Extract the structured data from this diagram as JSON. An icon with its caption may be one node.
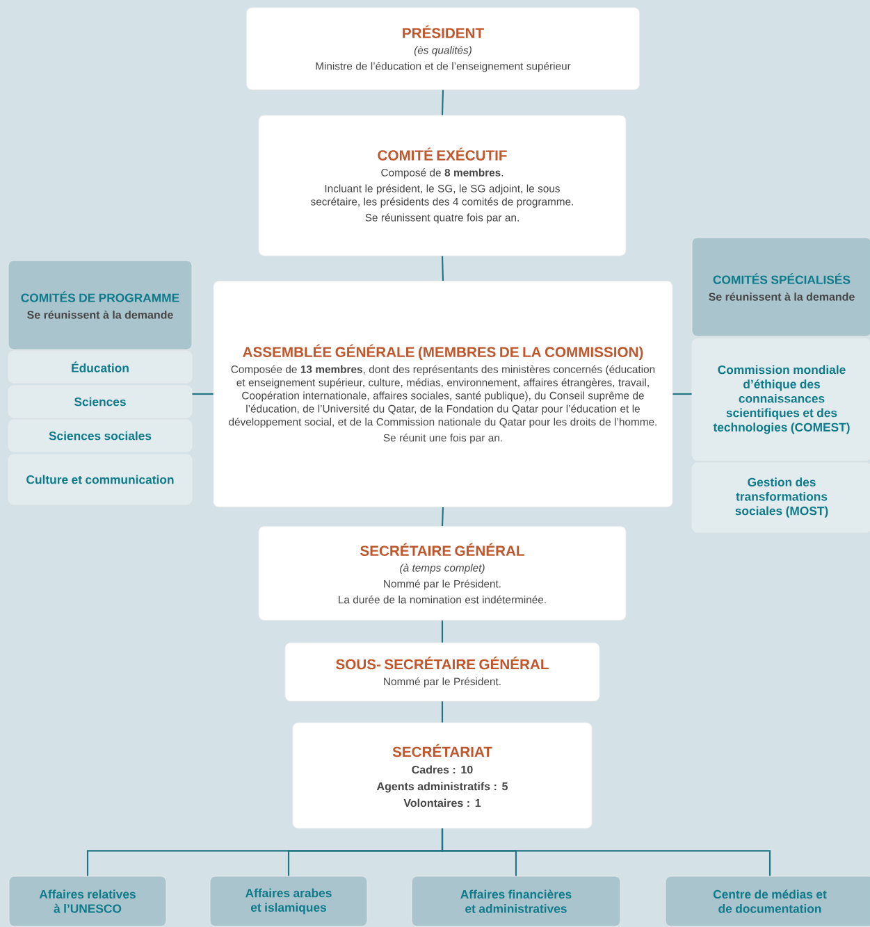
{
  "diagram": {
    "nodes": [
      {
        "text": [
          "PRÉSIDENT",
          "(ès qualités)",
          "Ministre de l’éducation et de l’enseignement supérieur"
        ]
      },
      {
        "text": [
          "COMITÉ EXÉCUTIF",
          "Composé de **8 membres**.",
          "Incluant le président, le SG, le SG adjoint, le sous secrétaire, les présidents des 4 comités de programme.",
          "Se réunissent quatre fois par an."
        ]
      },
      {
        "text": [
          "ASSEMBLÉE GÉNÉRALE (MEMBRES DE LA COMMISSION)",
          "Composée de **13 membres**, dont des représentants des ministères concernés (éducation et enseignement supérieur, culture, médias, environnement, affaires étrangères, travail, Coopération internationale, affaires sociales, santé publique), du Conseil suprême de l’éducation, de l’Université du Qatar, de la Fondation du Qatar pour l’éducation et le développement social, et de la Commission nationale du Qatar pour les droits de l’homme.",
          "Se réunit une fois par an."
        ]
      },
      {
        "text": [
          "COMITÉS DE PROGRAMME",
          "Se réunissent à la demande"
        ]
      },
      {
        "text": [
          "Éducation"
        ]
      },
      {
        "text": [
          "Sciences"
        ]
      },
      {
        "text": [
          "Sciences sociales"
        ]
      },
      {
        "text": [
          "Culture et communication"
        ]
      },
      {
        "text": [
          "COMITÉS SPÉCIALISÉS",
          "Se réunissent à la demande"
        ]
      },
      {
        "text": [
          "Commission mondiale d’éthique des connaissances scientifiques et des technologies (COMEST)"
        ]
      },
      {
        "text": [
          "Gestion des transformations sociales (MOST)"
        ]
      },
      {
        "text": [
          "SECRÉTAIRE GÉNÉRAL",
          "(à temps complet)",
          "Nommé par le Président.",
          "La durée de la nomination est indéterminée."
        ]
      },
      {
        "text": [
          "SOUS- SECRÉTAIRE GÉNÉRAL",
          "Nommé par le Président."
        ]
      },
      {
        "text": [
          "SECRÉTARIAT",
          "Cadres : 10",
          "Agents administratifs : 5",
          "Volontaires : 1"
        ]
      },
      {
        "text": [
          "Affaires relatives à l’UNESCO"
        ]
      },
      {
        "text": [
          "Affaires arabes et islamiques"
        ]
      },
      {
        "text": [
          "Affaires financières et administratives"
        ]
      },
      {
        "text": [
          "Centre de médias et de documentation"
        ]
      }
    ],
    "edges": [
      {
        "from": 0,
        "to": 1,
        "arrow": "none"
      },
      {
        "from": 1,
        "to": 2,
        "arrow": "none"
      },
      {
        "from": 2,
        "to": 5,
        "arrow": "none"
      },
      {
        "from": 2,
        "to": 9,
        "arrow": "none"
      },
      {
        "from": 2,
        "to": 11,
        "arrow": "none"
      },
      {
        "from": 11,
        "to": 12,
        "arrow": "none"
      },
      {
        "from": 12,
        "to": 13,
        "arrow": "none"
      },
      {
        "from": 13,
        "to": 14,
        "arrow": "none"
      },
      {
        "from": 13,
        "to": 15,
        "arrow": "none"
      },
      {
        "from": 13,
        "to": 16,
        "arrow": "none"
      },
      {
        "from": 13,
        "to": 17,
        "arrow": "none"
      }
    ]
  }
}
